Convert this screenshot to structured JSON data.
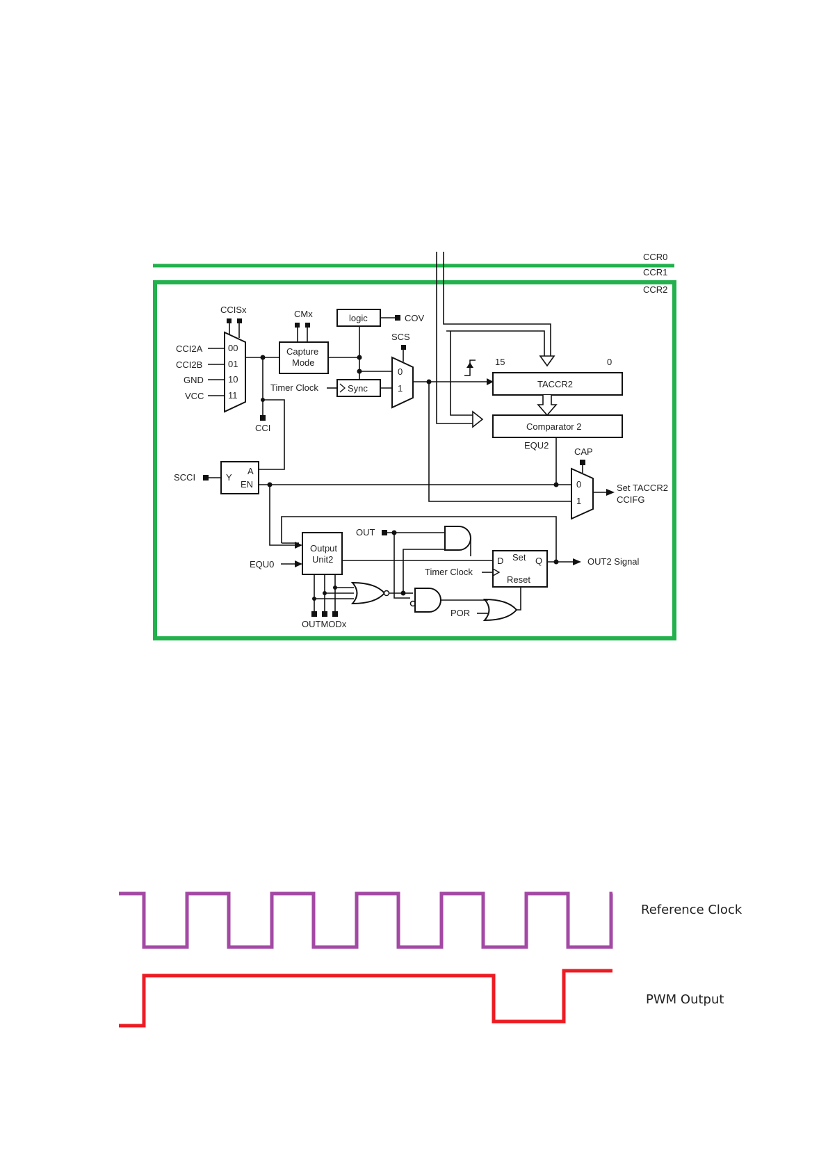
{
  "bus_labels": {
    "ccr0": "CCR0",
    "ccr1": "CCR1",
    "ccr2": "CCR2"
  },
  "mux_in": {
    "ccisx": "CCISx",
    "inputs": [
      "CCI2A",
      "CCI2B",
      "GND",
      "VCC"
    ],
    "sel": [
      "00",
      "01",
      "10",
      "11"
    ]
  },
  "capture_mode": {
    "label1": "Capture",
    "label2": "Mode",
    "cmx": "CMx"
  },
  "logic": {
    "label": "logic",
    "cov": "COV"
  },
  "sync": {
    "label": "Sync",
    "timer_clock": "Timer Clock"
  },
  "cci": "CCI",
  "scs": {
    "label": "SCS",
    "in0": "0",
    "in1": "1"
  },
  "taccr2": {
    "label": "TACCR2",
    "msb": "15",
    "lsb": "0"
  },
  "comparator": {
    "label": "Comparator 2",
    "equ": "EQU2"
  },
  "cap": {
    "label": "CAP",
    "in0": "0",
    "in1": "1",
    "out1": "Set TACCR2",
    "out2": "CCIFG"
  },
  "scci": {
    "label": "SCCI",
    "y": "Y",
    "a": "A",
    "en": "EN"
  },
  "output_unit": {
    "label1": "Output",
    "label2": "Unit2",
    "equ0": "EQU0",
    "out": "OUT",
    "outmod": "OUTMODx"
  },
  "dff": {
    "d": "D",
    "set": "Set",
    "q": "Q",
    "reset": "Reset",
    "timer_clock": "Timer Clock",
    "por": "POR"
  },
  "out_signal": "OUT2 Signal",
  "colors": {
    "frame": "#22b14c",
    "ref_clock": "#a349a4",
    "pwm": "#ed1c24"
  },
  "waves": {
    "ref_clock_label": "Reference Clock",
    "pwm_label": "PWM Output",
    "ref_clock_periods": 6,
    "pwm_high_fraction": 0.8
  }
}
